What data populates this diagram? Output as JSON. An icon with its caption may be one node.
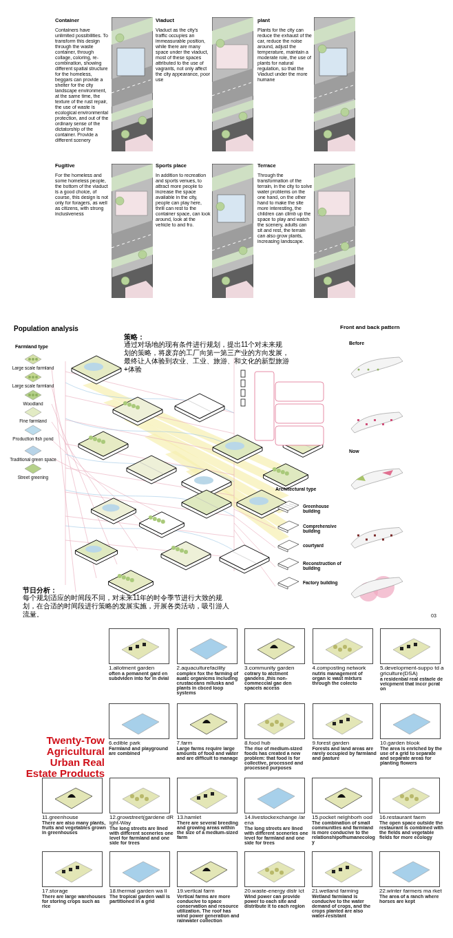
{
  "diagram": {
    "nodes": [
      {
        "text": [
          "Container",
          "Containers have unlimited possibilities. To transform this design through the waste container, through collage, coloring, re-combination, showing different spatial structure for the homeless, beggars can provide a shelter for the city landscape environment, at the same time, the texture of the rust repair, the use of waste is ecological environmental protection, and out of the ordinary sense of the dictatorship of the container. Provide a different scenery"
        ]
      },
      {
        "text": [
          "Viaduct",
          "Viaduct as the city's traffic occupies an immeasurable position, while there are many space under the viaduct, most of these spaces attributed to the use of vagrants, not only affect the city appearance, poor use"
        ]
      },
      {
        "text": [
          "plant",
          "Plants for the city can reduce the exhaust of the car, reduce the noise around, adjust the temperature, maintain a moderate role, the use of plants for natural regulation, so that the Viaduct under the more humane"
        ]
      },
      {
        "text": [
          "Fugitive",
          "For the homeless and some homeless people, the bottom of the viaduct is a good choice, of course, this design is not only for foragers, as well as citizens, with strong inclusiveness"
        ]
      },
      {
        "text": [
          "Sports place",
          "In addition to recreation and sports venues, to attract more people to increase the space available in the city, people can play here, thrill can rest to the container space, can look around, look at the vehicle to and fro."
        ]
      },
      {
        "text": [
          "Terrace",
          "Through the transformation of the terrain, in the city to solve water problems on the one hand, on the other hand to make the site more interesting, the children can climb up the space to play and watch the scenery, adults can sit and rest, the terrain can also grow plants, increasing landscape."
        ]
      },
      {
        "text": [
          "1.allotment garden",
          "often a pemanent  gard en subdviden into for in dvial"
        ]
      },
      {
        "text": [
          "2.aquaculturefacility",
          "complex fox the farming of auatc organicms including crustaceans mllusks and plants in cbced loop systems"
        ]
      },
      {
        "text": [
          "3.community garden",
          "cotrary to atctment gandens ,this non-commeccial gae den spaceis access"
        ]
      },
      {
        "text": [
          "4.composting network",
          "nutris management of organ ic wast mixturs through the colecto"
        ]
      },
      {
        "text": [
          "5.development-suppo td agriculture(DSA)",
          "a residenbal real estaele de velcpment that inccr pcrat on"
        ]
      },
      {
        "text": [
          "6.edible park",
          "Farmland and playground are combined"
        ]
      },
      {
        "text": [
          "7.farm",
          "Large farms require large amounts of food and water and are difficult to manage"
        ]
      },
      {
        "text": [
          "8.food hub",
          "The rise of medium-sized foods has created a new problem: that food is for collective, processed and processed purposes"
        ]
      },
      {
        "text": [
          "9.forest garden",
          "Forests and land areas are rarely occupied by farmland and pasture"
        ]
      },
      {
        "text": [
          "10.garden blook",
          "The area is enriched by the use of a grid to separate and separate areas for planting flowers"
        ]
      },
      {
        "text": [
          "11.greenhouse",
          "There are also many plants, fruits and vegetables grown in greenhouses"
        ]
      },
      {
        "text": [
          "12.growstreet(gardene dRight-Way",
          "The long streets are lined with different sceneries one level for farmland and one side for trees"
        ]
      },
      {
        "text": [
          "13.hamlet",
          "There are several breeding and growing areas within the size of a medium-sized farm"
        ]
      },
      {
        "text": [
          "14.livestockexchange /ar ena",
          "The long streets are lined with different sceneries one level for farmland and one side for trees"
        ]
      },
      {
        "text": [
          "15.pocket nelghborh ood",
          "The combination of small communities and farmland is more conducive to the relationshipofhumanecology"
        ]
      },
      {
        "text": [
          "16.restaurant faem",
          "The open space outside the restaurant is combined with the fields and vegetable fields for more ecology"
        ]
      },
      {
        "text": [
          "17.storage",
          "There are large warehouses for storing crops such as rice"
        ]
      },
      {
        "text": [
          "18.thermal garden wa ll",
          "The tropical garden wall is partitioned in a grid"
        ]
      },
      {
        "text": [
          "19.vertical farm",
          "Vertical farms are more conducive to space conservation and resource utilization. The roof has wind power generation and rainwater collection"
        ]
      },
      {
        "text": [
          "20.waste-energy distr ict",
          "Wind power can provide power to each site and distribute it to each region"
        ]
      },
      {
        "text": [
          "21.wetland farming",
          "Wetland farmland is conducive to the water demand of crops, and the crops planted are also water-resistant"
        ]
      },
      {
        "text": [
          "22.winter farmers ma rket",
          "The area of a ranch where horses are kept"
        ]
      }
    ],
    "labels": [
      "Population analysis",
      "策略：",
      "通过对场地的现有条件进行规划，提出11个对未来规划的策略，将废弃的工厂向第一第三产业的方向发展，最终让人体验到农业、工业、旅游、和文化的新型旅游+体验",
      "Farmland type",
      "Large scale farmland",
      "Large scale farmland",
      "Woodland",
      "Fine farmland",
      "Production fish pond",
      "Traditional green space",
      "Street greening",
      "Front and back pattern",
      "Before",
      "Now",
      "Architectural type",
      "Greenhouse building",
      "Comprehensive building",
      "courtyard",
      "Reconstruction of building",
      "Factory building",
      "节日分析：",
      "每个规划适应的时间段不同，对未来11年的时令季节进行大致的规划，在合适的时间段进行策略的发展实施，开展各类活动，吸引游人流量。",
      "03",
      "Twenty-Tow Agricultural Urban Real Estate Products"
    ]
  }
}
